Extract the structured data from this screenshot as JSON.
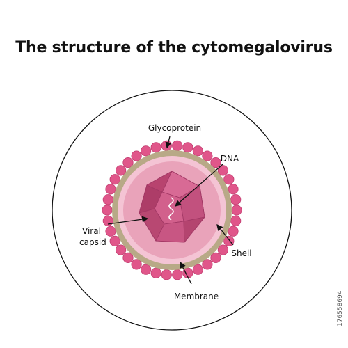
{
  "title": "The structure of the cytomegalovirus",
  "labels": {
    "glycoprotein": "Glycoprotein",
    "dna": "DNA",
    "viral_line1": "Viral",
    "viral_line2": "capsid",
    "shell": "Shell",
    "membrane": "Membrane"
  },
  "stock_id": "176558694",
  "colors": {
    "outer_ring": "#111111",
    "glycoprotein": "#e0568a",
    "membrane": "#b8a987",
    "shell_fill": "#f4c4d4",
    "capsid_inner": "#e9a3ba",
    "capsid": "#c94d7e",
    "dna": "#ffffff"
  }
}
